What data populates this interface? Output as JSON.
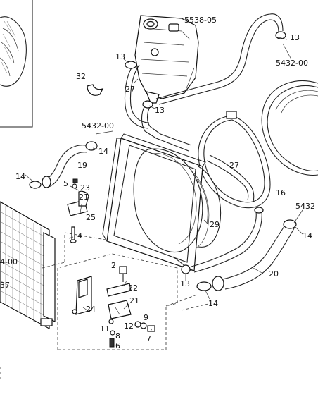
{
  "diagram": {
    "labels": {
      "l_5538_05": "5538-05",
      "l_13_a": "13",
      "l_5432_00_a": "5432-00",
      "l_13_b": "13",
      "l_32": "32",
      "l_27_a": "27",
      "l_13_c": "13",
      "l_5432_00_b": "5432-00",
      "l_14_a": "14",
      "l_19": "19",
      "l_27_b": "27",
      "l_16": "16",
      "l_14_b": "14",
      "l_5": "5",
      "l_23": "23",
      "l_21_a": "21",
      "l_25": "25",
      "l_4": "4",
      "l_29": "29",
      "l_5432_c": "5432",
      "l_14_c": "14",
      "l_4_00": "4-00",
      "l_37": "37",
      "l_2": "2",
      "l_20": "20",
      "l_13_d": "13",
      "l_22": "22",
      "l_21_b": "21",
      "l_14_d": "14",
      "l_24": "24",
      "l_9": "9",
      "l_12": "12",
      "l_11": "11",
      "l_8": "8",
      "l_7": "7",
      "l_6": "6"
    }
  }
}
